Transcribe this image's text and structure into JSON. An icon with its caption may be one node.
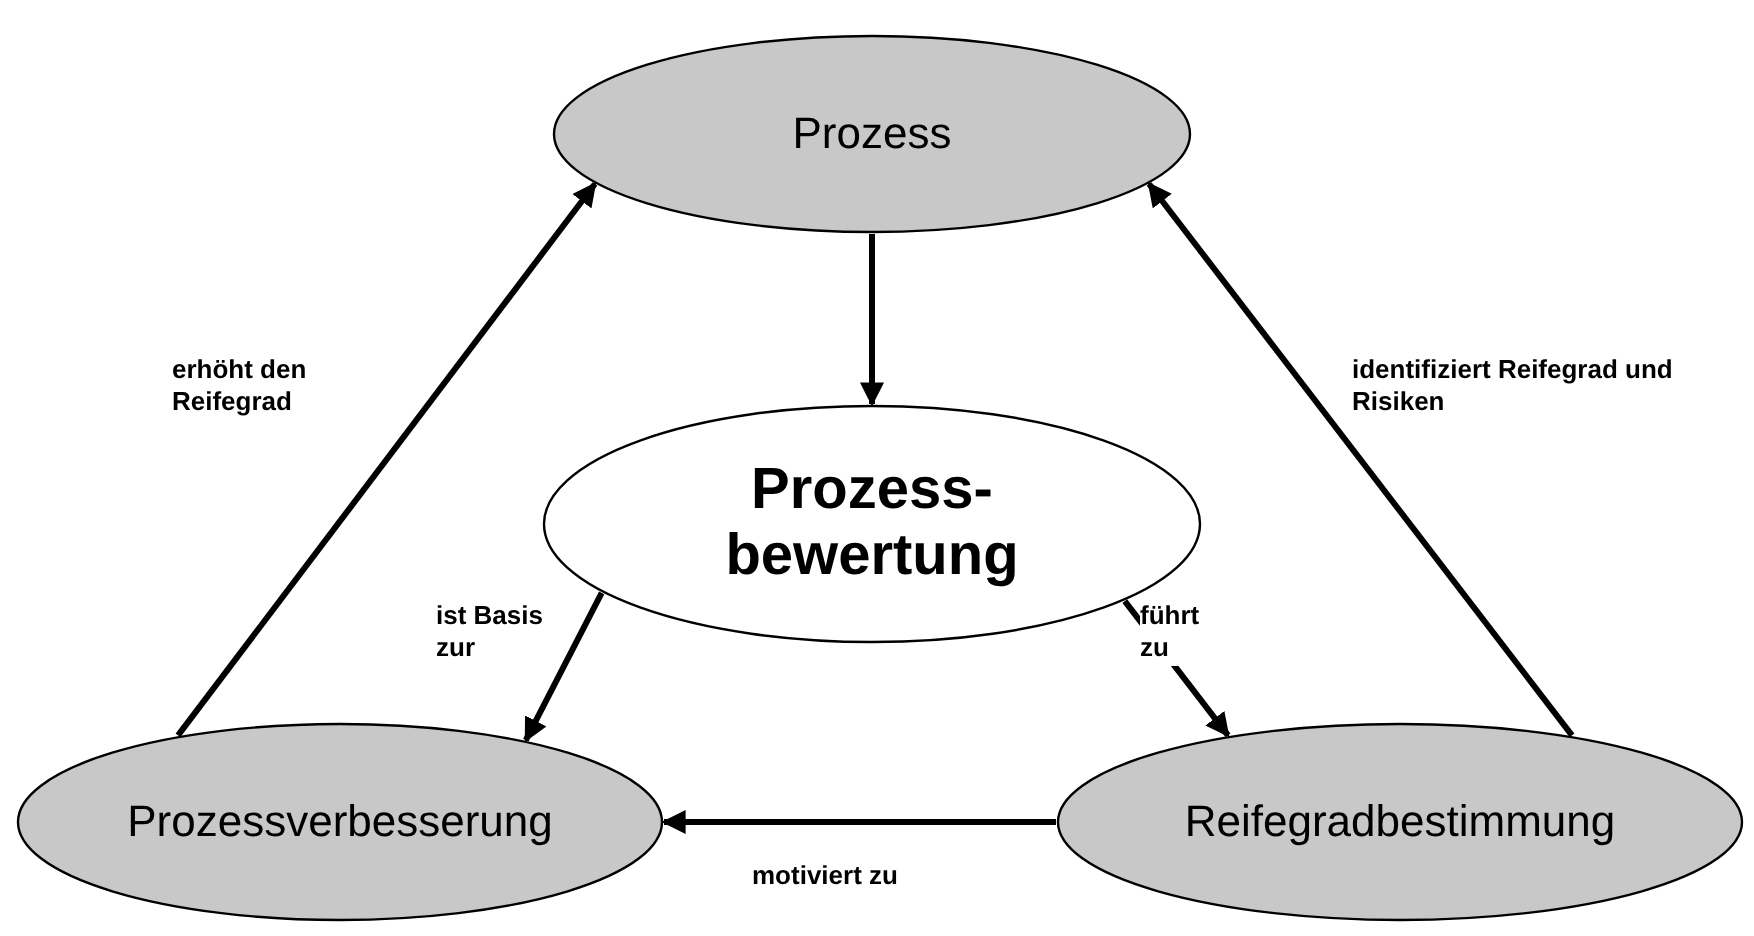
{
  "diagram": {
    "nodes": [
      {
        "text": [
          "Prozess"
        ]
      },
      {
        "text": [
          "Prozess- bewertung"
        ]
      },
      {
        "text": [
          "Prozessverbesserung"
        ]
      },
      {
        "text": [
          "Reifegradbestimmung"
        ]
      }
    ],
    "edges": [
      {
        "from": 0,
        "to": 1,
        "arrow": "to"
      },
      {
        "from": 1,
        "to": 2,
        "arrow": "to",
        "label": "ist Basis zur"
      },
      {
        "from": 1,
        "to": 3,
        "arrow": "to",
        "label": "führt zu"
      },
      {
        "from": 3,
        "to": 2,
        "arrow": "to",
        "label": "motiviert zu"
      },
      {
        "from": 3,
        "to": 0,
        "arrow": "to",
        "label": "identifiziert Reifegrad und Risiken"
      },
      {
        "from": 2,
        "to": 0,
        "arrow": "to",
        "label": "erhöht den Reifegrad"
      }
    ]
  }
}
